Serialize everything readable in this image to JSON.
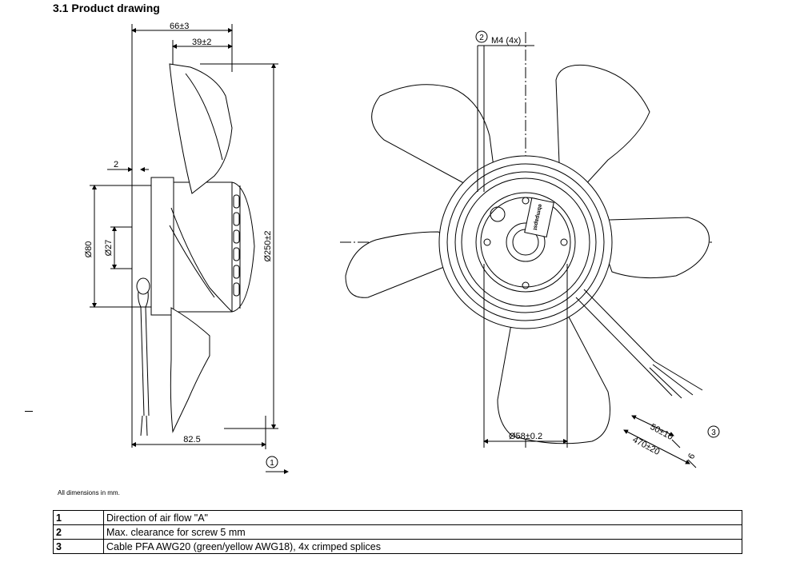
{
  "section_title": "3.1 Product drawing",
  "dimensions": {
    "side_total_width": "66±3",
    "side_rotor_depth": "39±2",
    "flange_thickness": "2",
    "hub_diameter": "Ø80",
    "shaft_diameter": "Ø27",
    "fan_diameter": "Ø250±2",
    "overall_depth": "82.5",
    "screw_thread": "M4 (4x)",
    "bolt_circle": "Ø58±0.2",
    "lead_strip": "50±10",
    "lead_length": "470±20",
    "lead_splice": "6"
  },
  "callouts": {
    "airflow": "1",
    "clearance": "2",
    "cable": "3"
  },
  "label_plate": "ebmpapst",
  "footnote": "All dimensions in mm.",
  "legend": [
    {
      "num": "1",
      "text": "Direction of air flow \"A\""
    },
    {
      "num": "2",
      "text": "Max. clearance for screw 5 mm"
    },
    {
      "num": "3",
      "text": "Cable PFA AWG20 (green/yellow AWG18), 4x crimped splices"
    }
  ]
}
